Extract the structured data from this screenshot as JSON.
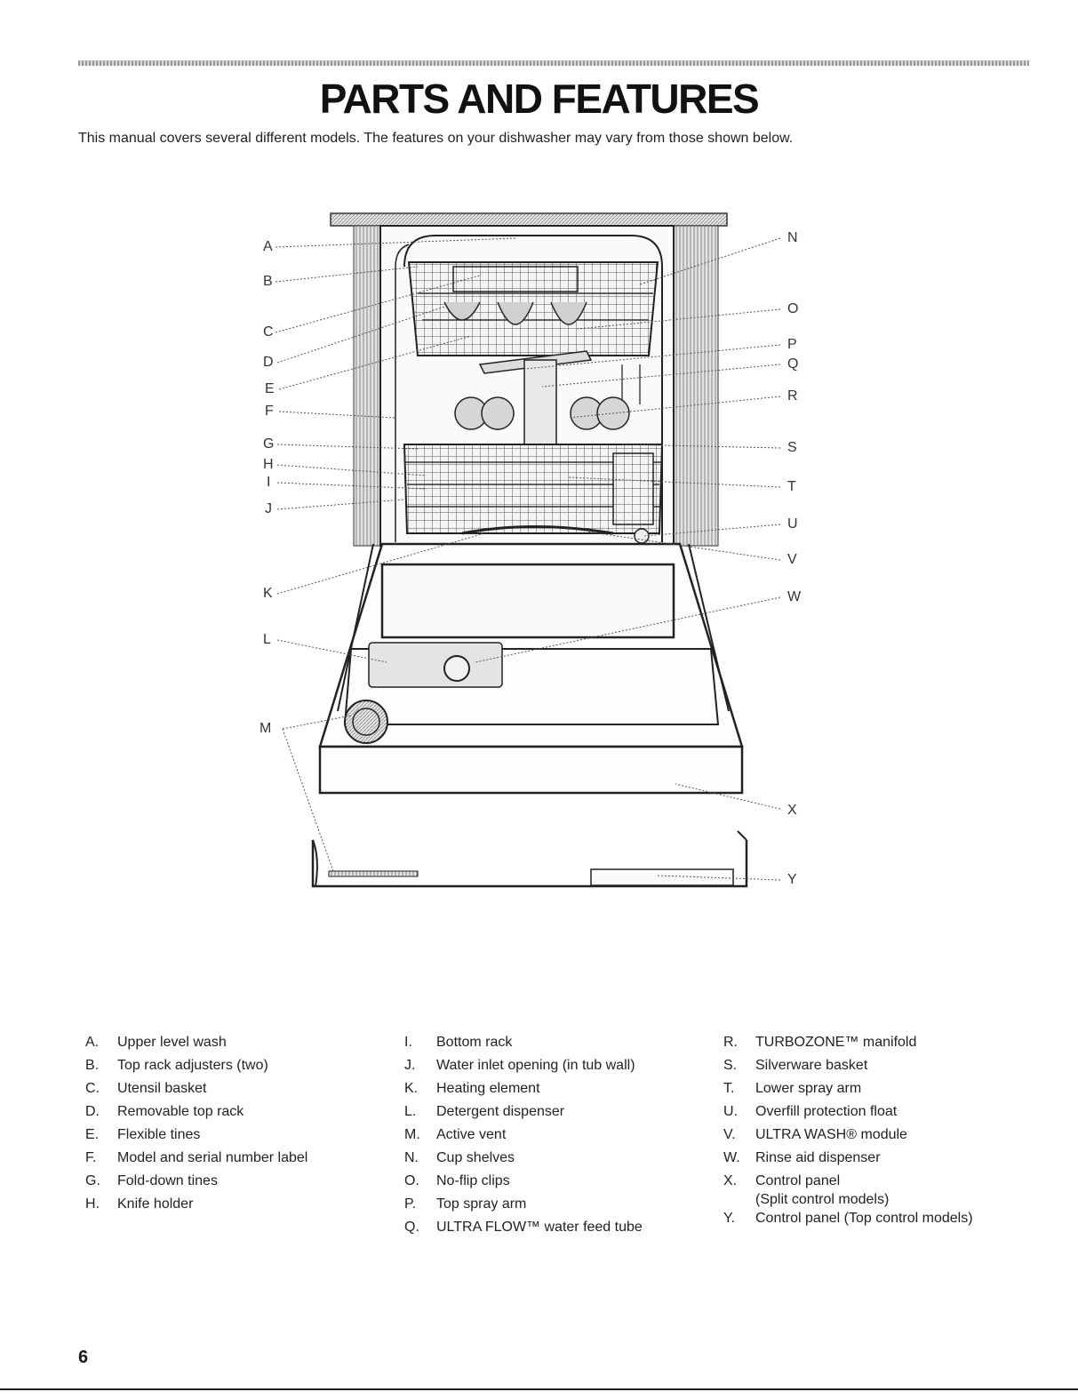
{
  "page": {
    "title": "PARTS AND FEATURES",
    "intro": "This manual covers several different models. The features on your dishwasher may vary from those shown below.",
    "page_number": "6"
  },
  "callouts_left": [
    "A",
    "B",
    "C",
    "D",
    "E",
    "F",
    "G",
    "H",
    "I",
    "J",
    "K",
    "L",
    "M"
  ],
  "callouts_right": [
    "N",
    "O",
    "P",
    "Q",
    "R",
    "S",
    "T",
    "U",
    "V",
    "W",
    "X",
    "Y"
  ],
  "legend": {
    "col1": [
      {
        "key": "A.",
        "text": "Upper level wash"
      },
      {
        "key": "B.",
        "text": "Top rack adjusters (two)"
      },
      {
        "key": "C.",
        "text": "Utensil basket"
      },
      {
        "key": "D.",
        "text": "Removable top rack"
      },
      {
        "key": "E.",
        "text": "Flexible tines"
      },
      {
        "key": "F.",
        "text": "Model and serial number label"
      },
      {
        "key": "G.",
        "text": "Fold-down tines"
      },
      {
        "key": "H.",
        "text": "Knife holder"
      }
    ],
    "col2": [
      {
        "key": "I.",
        "text": "Bottom rack"
      },
      {
        "key": "J.",
        "text": "Water inlet opening (in tub wall)"
      },
      {
        "key": "K.",
        "text": "Heating element"
      },
      {
        "key": "L.",
        "text": "Detergent dispenser"
      },
      {
        "key": "M.",
        "text": "Active vent"
      },
      {
        "key": "N.",
        "text": "Cup shelves"
      },
      {
        "key": "O.",
        "text": "No-flip clips"
      },
      {
        "key": "P.",
        "text": "Top spray arm"
      },
      {
        "key": "Q.",
        "text": "ULTRA FLOW™ water feed tube"
      }
    ],
    "col3": [
      {
        "key": "R.",
        "text": "TURBOZONE™ manifold"
      },
      {
        "key": "S.",
        "text": "Silverware basket"
      },
      {
        "key": "T.",
        "text": "Lower spray arm"
      },
      {
        "key": "U.",
        "text": "Overfill protection float"
      },
      {
        "key": "V.",
        "text": "ULTRA WASH® module"
      },
      {
        "key": "W.",
        "text": "Rinse aid dispenser"
      },
      {
        "key": "X.",
        "text": "Control panel",
        "sub": "(Split control models)"
      },
      {
        "key": "Y.",
        "text": "Control panel (Top control models)"
      }
    ]
  }
}
